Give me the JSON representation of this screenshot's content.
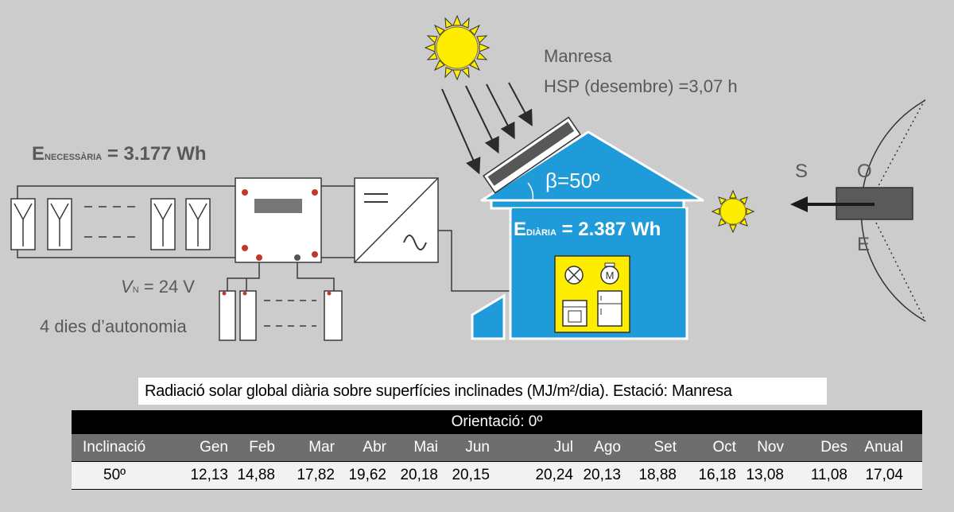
{
  "diagram": {
    "energy_needed": {
      "symbol": "E",
      "subscript": "NECESSÀRIA",
      "value": "= 3.177 Wh"
    },
    "energy_daily": {
      "symbol": "E",
      "subscript": "DIÀRIA",
      "value": "= 2.387 Wh"
    },
    "voltage": {
      "symbol": "V",
      "subscript": "N",
      "value": "= 24 V"
    },
    "autonomy": "4 dies d’autonomia",
    "location": "Manresa",
    "hsp": "HSP (desembre) =3,07 h",
    "tilt": "β=50º",
    "compass": {
      "south": "S",
      "west": "O",
      "east": "E"
    },
    "colors": {
      "house": "#1f9bd9",
      "panel_frame": "#ffffff",
      "sun": "#ffed00",
      "appliance_box": "#ffed00",
      "background": "#cccccc"
    }
  },
  "table": {
    "title": "Radiació solar global diària sobre superfícies inclinades (MJ/m²/dia). Estació: Manresa",
    "orientation": "Orientació: 0º",
    "headers": [
      "Inclinació",
      "Gen",
      "Feb",
      "Mar",
      "Abr",
      "Mai",
      "Jun",
      "Jul",
      "Ago",
      "Set",
      "Oct",
      "Nov",
      "Des",
      "Anual"
    ],
    "rows": [
      [
        "50º",
        "12,13",
        "14,88",
        "17,82",
        "19,62",
        "20,18",
        "20,15",
        "20,24",
        "20,13",
        "18,88",
        "16,18",
        "13,08",
        "11,08",
        "17,04"
      ]
    ]
  }
}
